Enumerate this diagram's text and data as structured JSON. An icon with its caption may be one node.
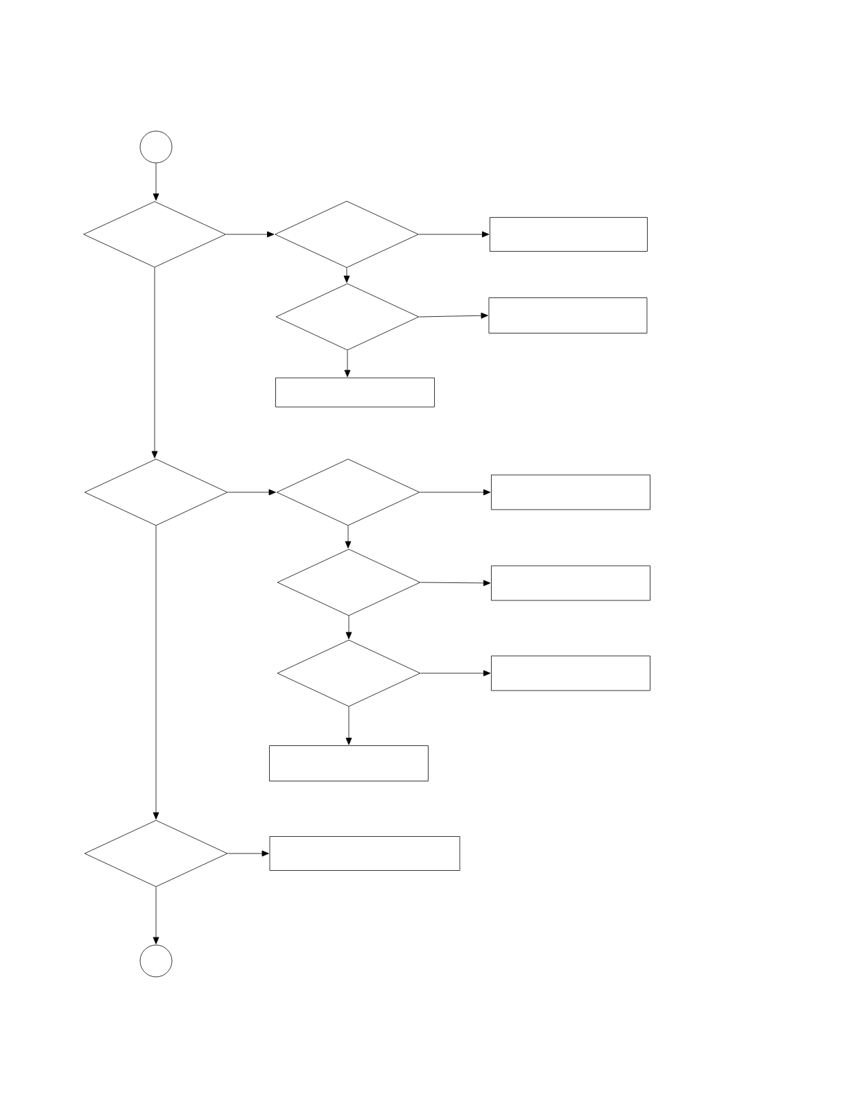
{
  "diagram": {
    "nodes": [
      {
        "text": [],
        "shape": "circle"
      },
      {
        "text": [],
        "shape": "diamond"
      },
      {
        "text": [],
        "shape": "diamond"
      },
      {
        "text": [],
        "shape": "box"
      },
      {
        "text": [],
        "shape": "diamond"
      },
      {
        "text": [],
        "shape": "box"
      },
      {
        "text": [],
        "shape": "box"
      },
      {
        "text": [],
        "shape": "diamond"
      },
      {
        "text": [],
        "shape": "diamond"
      },
      {
        "text": [],
        "shape": "box"
      },
      {
        "text": [],
        "shape": "diamond"
      },
      {
        "text": [],
        "shape": "box"
      },
      {
        "text": [],
        "shape": "diamond"
      },
      {
        "text": [],
        "shape": "box"
      },
      {
        "text": [],
        "shape": "box"
      },
      {
        "text": [],
        "shape": "diamond"
      },
      {
        "text": [],
        "shape": "box"
      },
      {
        "text": [],
        "shape": "circle"
      }
    ],
    "edges": [
      {
        "from": 0,
        "to": 1,
        "arrow": "to"
      },
      {
        "from": 1,
        "to": 2,
        "arrow": "to"
      },
      {
        "from": 2,
        "to": 3,
        "arrow": "to"
      },
      {
        "from": 2,
        "to": 4,
        "arrow": "to"
      },
      {
        "from": 4,
        "to": 5,
        "arrow": "to"
      },
      {
        "from": 4,
        "to": 6,
        "arrow": "to"
      },
      {
        "from": 1,
        "to": 7,
        "arrow": "to"
      },
      {
        "from": 7,
        "to": 8,
        "arrow": "to"
      },
      {
        "from": 8,
        "to": 9,
        "arrow": "to"
      },
      {
        "from": 8,
        "to": 10,
        "arrow": "to"
      },
      {
        "from": 10,
        "to": 11,
        "arrow": "to"
      },
      {
        "from": 10,
        "to": 12,
        "arrow": "to"
      },
      {
        "from": 12,
        "to": 13,
        "arrow": "to"
      },
      {
        "from": 12,
        "to": 14,
        "arrow": "to"
      },
      {
        "from": 7,
        "to": 15,
        "arrow": "to"
      },
      {
        "from": 15,
        "to": 16,
        "arrow": "to"
      },
      {
        "from": 15,
        "to": 17,
        "arrow": "to"
      }
    ]
  }
}
